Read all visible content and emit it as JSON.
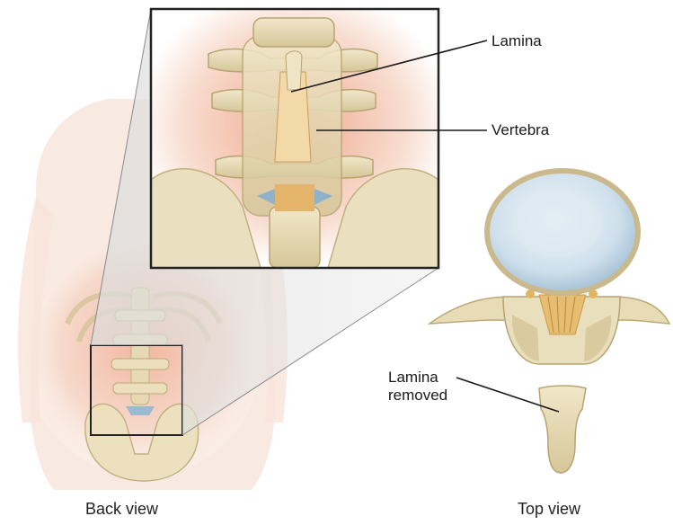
{
  "labels": {
    "lamina": "Lamina",
    "vertebra": "Vertebra",
    "lamina_removed_line1": "Lamina",
    "lamina_removed_line2": "removed"
  },
  "captions": {
    "back_view": "Back view",
    "top_view": "Top view"
  },
  "colors": {
    "bone": "#e8dcb8",
    "bone_shadow": "#c4b486",
    "skin": "#f3d3c2",
    "inflammation": "#f2a98c",
    "disc": "#d9e8f1",
    "disc_edge": "#a9c3d6",
    "nerve": "#e8b96a",
    "frame": "#222222"
  }
}
